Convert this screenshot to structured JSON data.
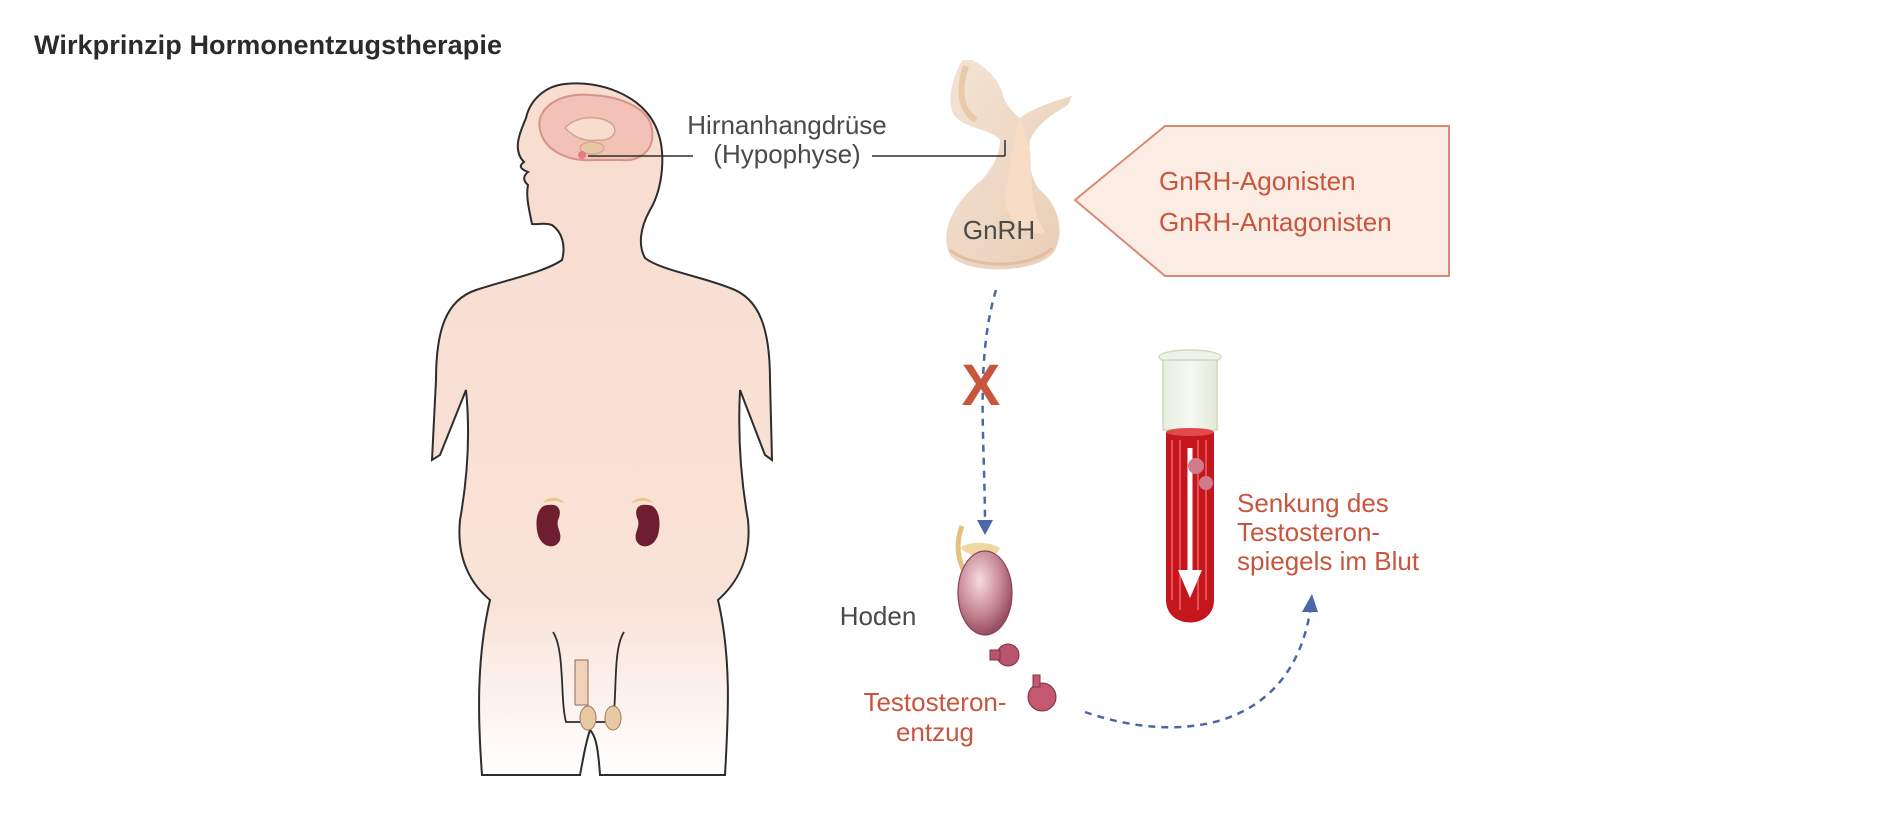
{
  "title": "Wirkprinzip Hormonentzugstherapie",
  "labels": {
    "pituitary_line1": "Hirnanhangdrüse",
    "pituitary_line2": "(Hypophyse)",
    "gnrh": "GnRH",
    "drug_line1": "GnRH-Agonisten",
    "drug_line2": "GnRH-Antagonisten",
    "block_mark": "X",
    "testis": "Hoden",
    "withdrawal_line1": "Testosteron-",
    "withdrawal_line2": "entzug",
    "blood_line1": "Senkung des",
    "blood_line2": "Testosteron-",
    "blood_line3": "spiegels im Blut"
  },
  "colors": {
    "title": "#2b2b2b",
    "label_gray": "#4a4a4a",
    "accent_red": "#c8553d",
    "skin": "#f8ddd0",
    "kidney": "#6e1f2f",
    "blood": "#c4161c",
    "arrow_blue": "#4a67a8"
  },
  "icons": {
    "body": "human-silhouette",
    "brain": "brain",
    "pituitary": "pituitary-gland",
    "kidneys": "kidney",
    "testis": "testis",
    "molecule": "testosterone-molecule",
    "test_tube": "blood-test-tube",
    "block": "x-mark"
  }
}
